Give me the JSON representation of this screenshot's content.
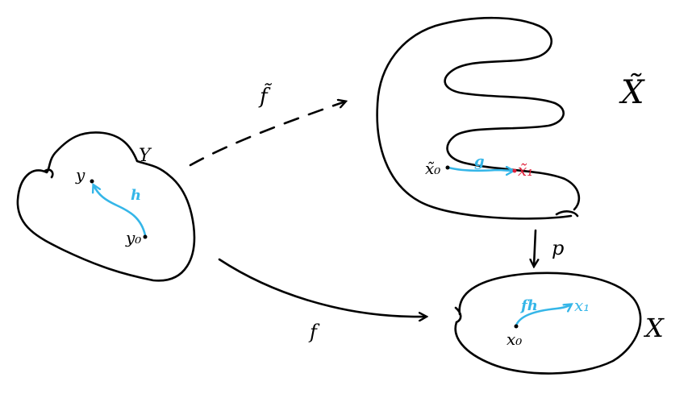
{
  "spaces": {
    "Y": {
      "label": "Y"
    },
    "X_tilde": {
      "label": "X̃"
    },
    "X": {
      "label": "X"
    }
  },
  "maps": {
    "f": "f",
    "f_tilde": "f̃",
    "p": "p"
  },
  "points": {
    "y0": "y₀",
    "y": "y",
    "x0": "x₀",
    "x1": "x₁",
    "x0_tilde": "x̃₀",
    "x1_tilde": "x̃₁"
  },
  "paths": {
    "h": "h",
    "g": "g",
    "fh": "fh"
  },
  "colors": {
    "ink": "#000000",
    "path": "#35b6e8",
    "highlight": "#e0203a"
  }
}
